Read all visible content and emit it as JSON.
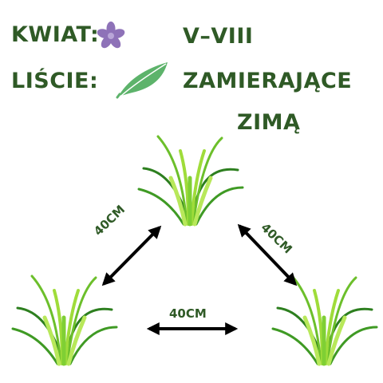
{
  "colors": {
    "text": "#2f5a26",
    "flower": "#8e72b8",
    "leaf": "#5db36b",
    "arrow": "#000000",
    "grass_light": "#9fdc3a",
    "grass_dark": "#2d7f1f"
  },
  "icons": {
    "flower": "flower-icon",
    "leaf": "leaf-icon",
    "grass": "grass-clump-icon"
  },
  "flower_row": {
    "label": "KWIAT:",
    "value": "V–VIII"
  },
  "leaf_row": {
    "label": "LIŚCIE:",
    "value_line1": "ZAMIERAJĄCE",
    "value_line2": "ZIMĄ"
  },
  "distances": {
    "left": "40CM",
    "right": "40CM",
    "bottom": "40CM"
  }
}
